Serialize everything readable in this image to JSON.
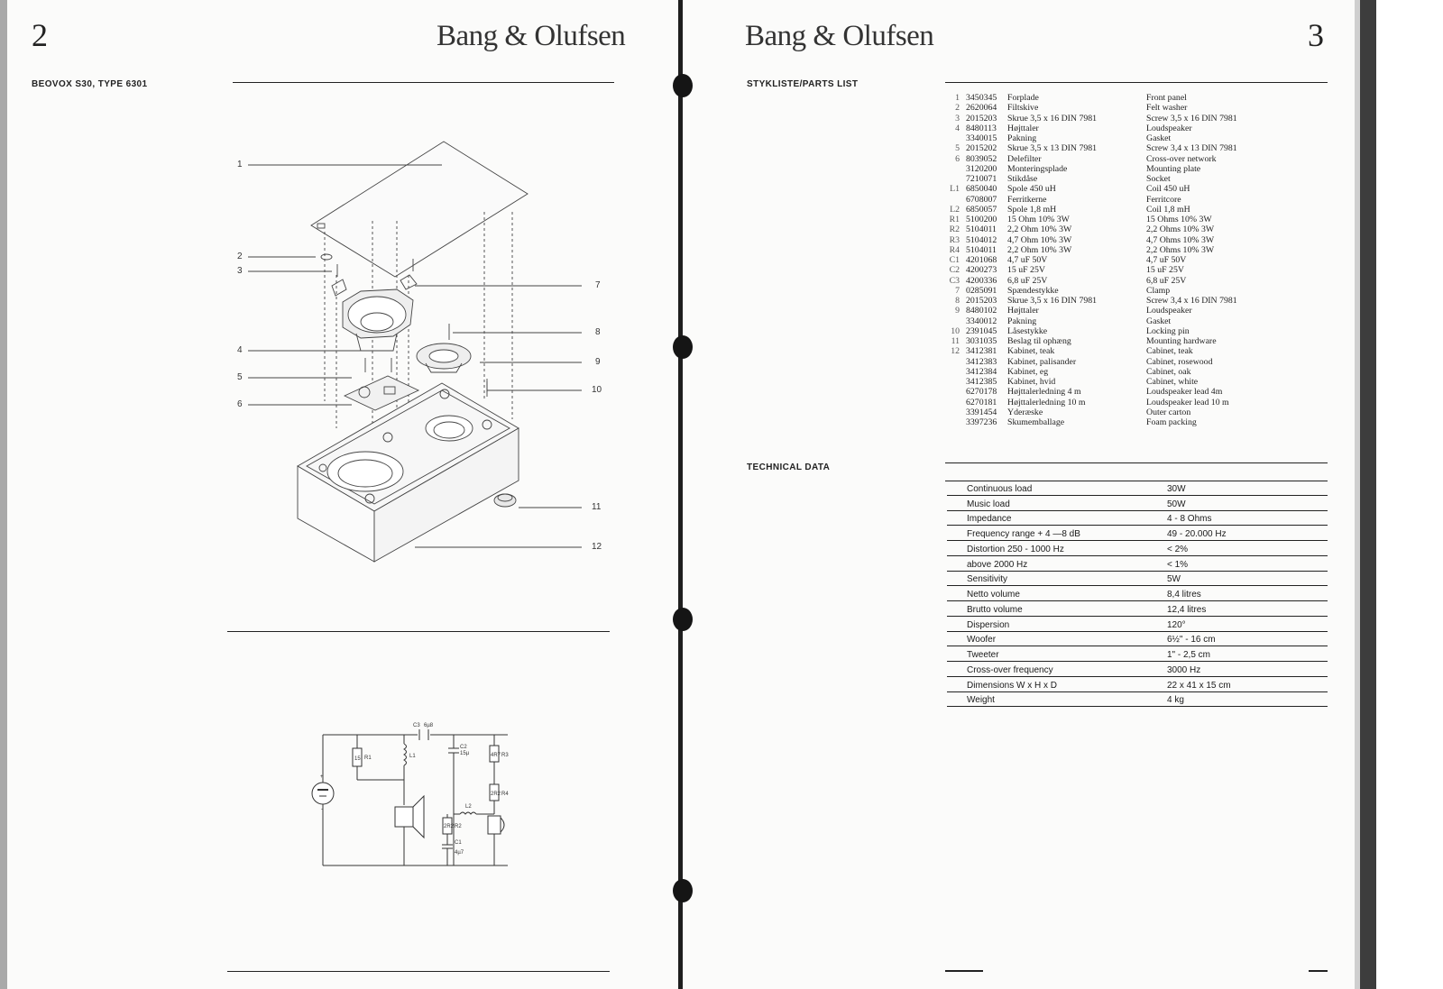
{
  "left_page": {
    "page_number": "2",
    "brand": "Bang & Olufsen",
    "model_title": "BEOVOX S30, TYPE 6301",
    "callouts": [
      "1",
      "2",
      "3",
      "4",
      "5",
      "6",
      "7",
      "8",
      "9",
      "10",
      "11",
      "12"
    ]
  },
  "right_page": {
    "page_number": "3",
    "brand": "Bang & Olufsen",
    "parts_heading": "STYKLISTE/PARTS LIST",
    "tech_heading": "TECHNICAL DATA",
    "parts": [
      {
        "ref": "1",
        "part_no": "3450345",
        "danish": "Forplade",
        "english": "Front panel"
      },
      {
        "ref": "2",
        "part_no": "2620064",
        "danish": "Filtskive",
        "english": "Felt washer"
      },
      {
        "ref": "3",
        "part_no": "2015203",
        "danish": "Skrue 3,5 x 16 DIN 7981",
        "english": "Screw 3,5 x 16 DIN 7981"
      },
      {
        "ref": "4",
        "part_no": "8480113",
        "danish": "Højttaler",
        "english": "Loudspeaker"
      },
      {
        "ref": "",
        "part_no": "3340015",
        "danish": "Pakning",
        "english": "Gasket"
      },
      {
        "ref": "5",
        "part_no": "2015202",
        "danish": "Skrue 3,5 x 13 DIN 7981",
        "english": "Screw 3,4 x 13 DIN 7981"
      },
      {
        "ref": "6",
        "part_no": "8039052",
        "danish": "Delefilter",
        "english": "Cross-over network"
      },
      {
        "ref": "",
        "part_no": "3120200",
        "danish": "Monteringsplade",
        "english": "Mounting plate"
      },
      {
        "ref": "",
        "part_no": "7210071",
        "danish": "Stikdåse",
        "english": "Socket"
      },
      {
        "ref": "L1",
        "part_no": "6850040",
        "danish": "Spole 450 uH",
        "english": "Coil 450 uH"
      },
      {
        "ref": "",
        "part_no": "6708007",
        "danish": "Ferritkerne",
        "english": "Ferritcore"
      },
      {
        "ref": "L2",
        "part_no": "6850057",
        "danish": "Spole 1,8 mH",
        "english": "Coil 1,8 mH"
      },
      {
        "ref": "R1",
        "part_no": "5100200",
        "danish": "15 Ohm 10% 3W",
        "english": "15 Ohms 10% 3W"
      },
      {
        "ref": "R2",
        "part_no": "5104011",
        "danish": "2,2 Ohm 10% 3W",
        "english": "2,2 Ohms 10% 3W"
      },
      {
        "ref": "R3",
        "part_no": "5104012",
        "danish": "4,7 Ohm 10% 3W",
        "english": "4,7 Ohms 10% 3W"
      },
      {
        "ref": "R4",
        "part_no": "5104011",
        "danish": "2,2 Ohm 10% 3W",
        "english": "2,2 Ohms 10% 3W"
      },
      {
        "ref": "C1",
        "part_no": "4201068",
        "danish": "4,7 uF 50V",
        "english": "4,7 uF 50V"
      },
      {
        "ref": "C2",
        "part_no": "4200273",
        "danish": "15 uF 25V",
        "english": "15 uF 25V"
      },
      {
        "ref": "C3",
        "part_no": "4200336",
        "danish": "6,8 uF 25V",
        "english": "6,8 uF 25V"
      },
      {
        "ref": "7",
        "part_no": "0285091",
        "danish": "Spændestykke",
        "english": "Clamp"
      },
      {
        "ref": "8",
        "part_no": "2015203",
        "danish": "Skrue 3,5 x 16 DIN 7981",
        "english": "Screw 3,4 x 16 DIN 7981"
      },
      {
        "ref": "9",
        "part_no": "8480102",
        "danish": "Højttaler",
        "english": "Loudspeaker"
      },
      {
        "ref": "",
        "part_no": "3340012",
        "danish": "Pakning",
        "english": "Gasket"
      },
      {
        "ref": "10",
        "part_no": "2391045",
        "danish": "Låsestykke",
        "english": "Locking pin"
      },
      {
        "ref": "11",
        "part_no": "3031035",
        "danish": "Beslag til ophæng",
        "english": "Mounting hardware"
      },
      {
        "ref": "12",
        "part_no": "3412381",
        "danish": "Kabinet, teak",
        "english": "Cabinet, teak"
      },
      {
        "ref": "",
        "part_no": "3412383",
        "danish": "Kabinet, palisander",
        "english": "Cabinet, rosewood"
      },
      {
        "ref": "",
        "part_no": "3412384",
        "danish": "Kabinet, eg",
        "english": "Cabinet, oak"
      },
      {
        "ref": "",
        "part_no": "3412385",
        "danish": "Kabinet, hvid",
        "english": "Cabinet, white"
      },
      {
        "ref": "",
        "part_no": "6270178",
        "danish": "Højttalerledning 4 m",
        "english": "Loudspeaker lead 4m"
      },
      {
        "ref": "",
        "part_no": "6270181",
        "danish": "Højttalerledning 10 m",
        "english": "Loudspeaker lead 10 m"
      },
      {
        "ref": "",
        "part_no": "3391454",
        "danish": "Yderæske",
        "english": "Outer carton"
      },
      {
        "ref": "",
        "part_no": "3397236",
        "danish": "Skumemballage",
        "english": "Foam packing"
      }
    ],
    "technical_data": [
      {
        "label": "Continuous load",
        "value": "30W"
      },
      {
        "label": "Music load",
        "value": "50W"
      },
      {
        "label": "Impedance",
        "value": "4 - 8 Ohms"
      },
      {
        "label": "Frequency range + 4 —8 dB",
        "value": "49 - 20.000 Hz"
      },
      {
        "label": "Distortion 250 - 1000 Hz",
        "value": "< 2%"
      },
      {
        "label": "above 2000 Hz",
        "value": "< 1%"
      },
      {
        "label": "Sensitivity",
        "value": "5W"
      },
      {
        "label": "Netto volume",
        "value": "8,4 litres"
      },
      {
        "label": "Brutto volume",
        "value": "12,4 litres"
      },
      {
        "label": "Dispersion",
        "value": "120°"
      },
      {
        "label": "Woofer",
        "value": "6½\" - 16 cm"
      },
      {
        "label": "Tweeter",
        "value": "1\" - 2,5 cm"
      },
      {
        "label": "Cross-over frequency",
        "value": "3000 Hz"
      },
      {
        "label": "Dimensions W x H x D",
        "value": "22 x 41 x 15 cm"
      },
      {
        "label": "Weight",
        "value": "4 kg"
      }
    ]
  },
  "schematic": {
    "labels": [
      "C3",
      "6µ8",
      "R1",
      "15",
      "L1",
      "C2",
      "15µ",
      "R3",
      "4R7",
      "R4",
      "2R2",
      "L2",
      "R2",
      "2R2",
      "C1",
      "4µ7",
      "+",
      "-"
    ]
  }
}
